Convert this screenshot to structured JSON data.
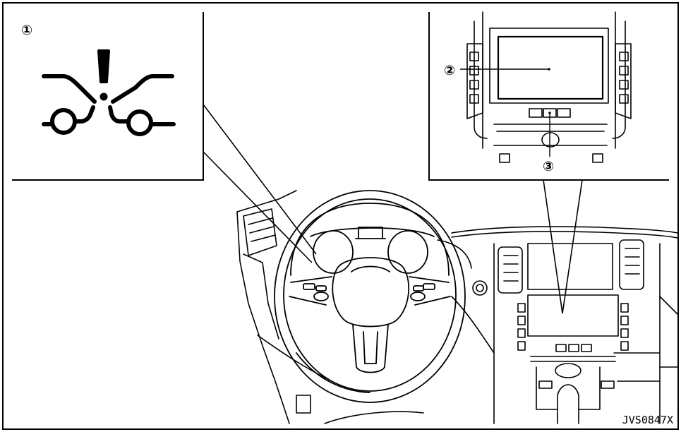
{
  "figure": {
    "code": "JVS0847X"
  },
  "callouts": {
    "warning_indicator": "①",
    "display_screen": "②",
    "center_button": "③"
  },
  "icons": {
    "indicator_icon": "forward-collision-warning-icon",
    "steering_wheel": "steering-wheel-illustration",
    "center_console": "center-console-illustration"
  },
  "colors": {
    "line": "#000000",
    "background": "#ffffff"
  }
}
